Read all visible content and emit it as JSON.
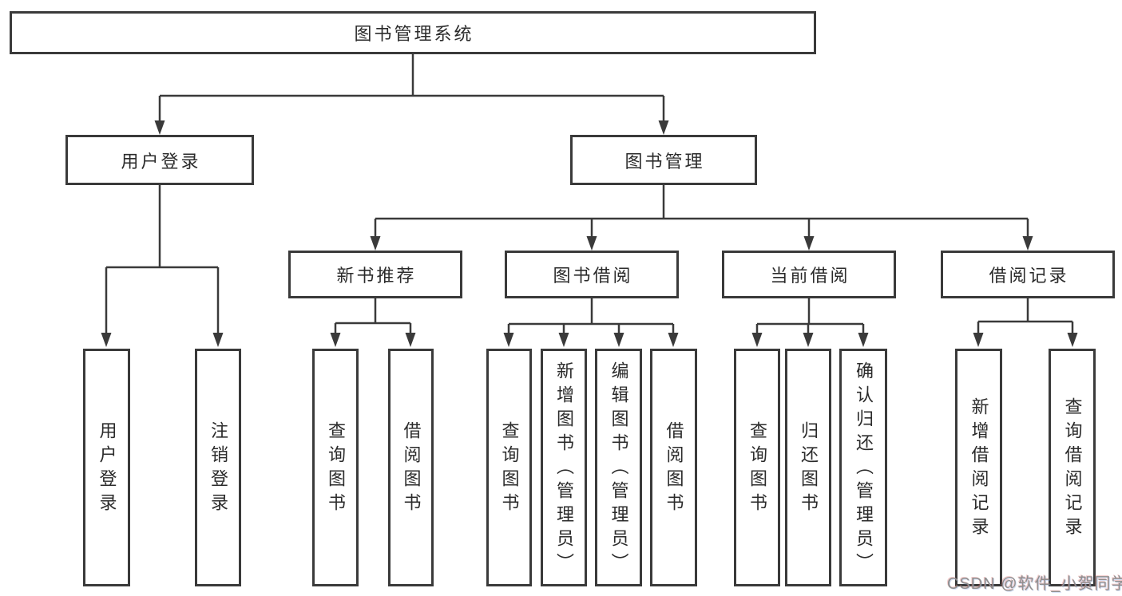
{
  "diagram": {
    "title": "图书管理系统",
    "root": {
      "label": "图书管理系统"
    },
    "level2": [
      {
        "label": "用户登录",
        "children": [
          "用户登录",
          "注销登录"
        ]
      },
      {
        "label": "图书管理"
      }
    ],
    "level3": [
      {
        "label": "新书推荐",
        "children": [
          "查询图书",
          "借阅图书"
        ]
      },
      {
        "label": "图书借阅",
        "children": [
          "查询图书",
          "新增图书（管理员）",
          "编辑图书（管理员）",
          "借阅图书"
        ]
      },
      {
        "label": "当前借阅",
        "children": [
          "查询图书",
          "归还图书",
          "确认归还（管理员）"
        ]
      },
      {
        "label": "借阅记录",
        "children": [
          "新增借阅记录",
          "查询借阅记录"
        ]
      }
    ]
  },
  "watermark": {
    "text": "CSDN @软件_小贺同学",
    "color": "#8f8f8f"
  },
  "colors": {
    "line": "#3a3a3a",
    "box_border": "#3a3a3a",
    "text": "#2b2b2b",
    "background": "#ffffff"
  }
}
